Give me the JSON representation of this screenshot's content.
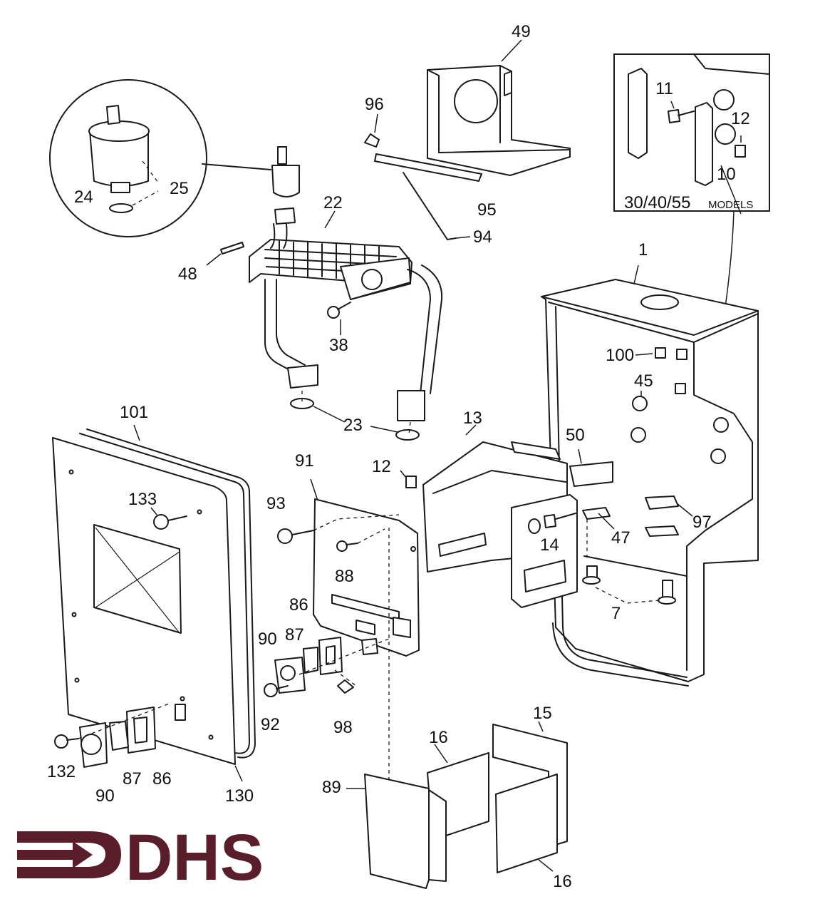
{
  "callouts": {
    "c1": "1",
    "c7": "7",
    "c10": "10",
    "c11": "11",
    "c12a": "12",
    "c12b": "12",
    "c13": "13",
    "c14": "14",
    "c15": "15",
    "c16a": "16",
    "c16b": "16",
    "c22": "22",
    "c23": "23",
    "c24": "24",
    "c25": "25",
    "c38": "38",
    "c45": "45",
    "c47": "47",
    "c48": "48",
    "c49": "49",
    "c50": "50",
    "c86a": "86",
    "c86b": "86",
    "c87a": "87",
    "c87b": "87",
    "c88": "88",
    "c89": "89",
    "c90a": "90",
    "c90b": "90",
    "c91": "91",
    "c92": "92",
    "c93": "93",
    "c94": "94",
    "c95": "95",
    "c96": "96",
    "c97": "97",
    "c98": "98",
    "c100": "100",
    "c101": "101",
    "c130": "130",
    "c132": "132",
    "c133": "133"
  },
  "inset": {
    "models_number": "30/40/55",
    "models_word": "MODELS"
  },
  "logo": {
    "text": "DHS",
    "color": "#5a1e2a"
  }
}
